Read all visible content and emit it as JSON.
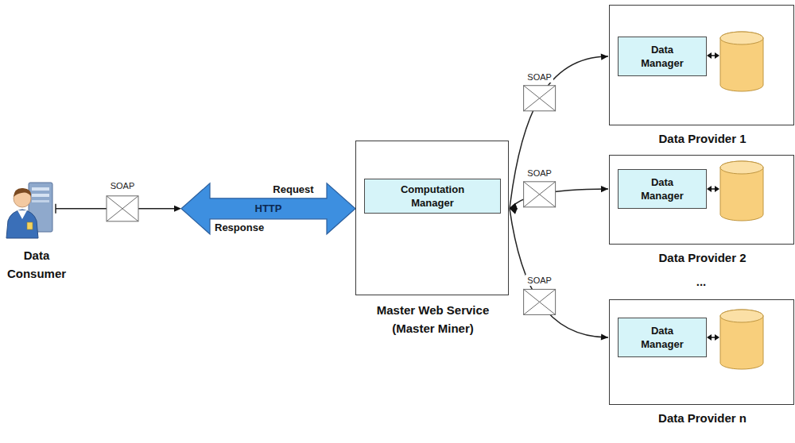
{
  "diagram": {
    "nodes": [
      {
        "text": [
          "Data Consumer"
        ]
      },
      {
        "text": [
          "Master Web Service (Master Miner)"
        ]
      },
      {
        "text": [
          "Computation Manager"
        ],
        "in": 1
      },
      {
        "text": [
          "Data Provider 1"
        ]
      },
      {
        "text": [
          "Data Manager"
        ],
        "in": 3
      },
      {
        "text": [
          "Data Provider 2"
        ]
      },
      {
        "text": [
          "Data Manager"
        ],
        "in": 5
      },
      {
        "text": [
          "Data Provider n"
        ]
      },
      {
        "text": [
          "Data Manager"
        ],
        "in": 7
      }
    ],
    "edges": [
      {
        "from": 0,
        "to": 1,
        "arrow": "both",
        "label": "HTTP"
      },
      {
        "from": 1,
        "to": 3,
        "arrow": "both",
        "label": "SOAP"
      },
      {
        "from": 1,
        "to": 5,
        "arrow": "both",
        "label": "SOAP"
      },
      {
        "from": 1,
        "to": 7,
        "arrow": "both",
        "label": "SOAP"
      }
    ],
    "labels": [
      "SOAP",
      "Request",
      "Response",
      "..."
    ]
  }
}
